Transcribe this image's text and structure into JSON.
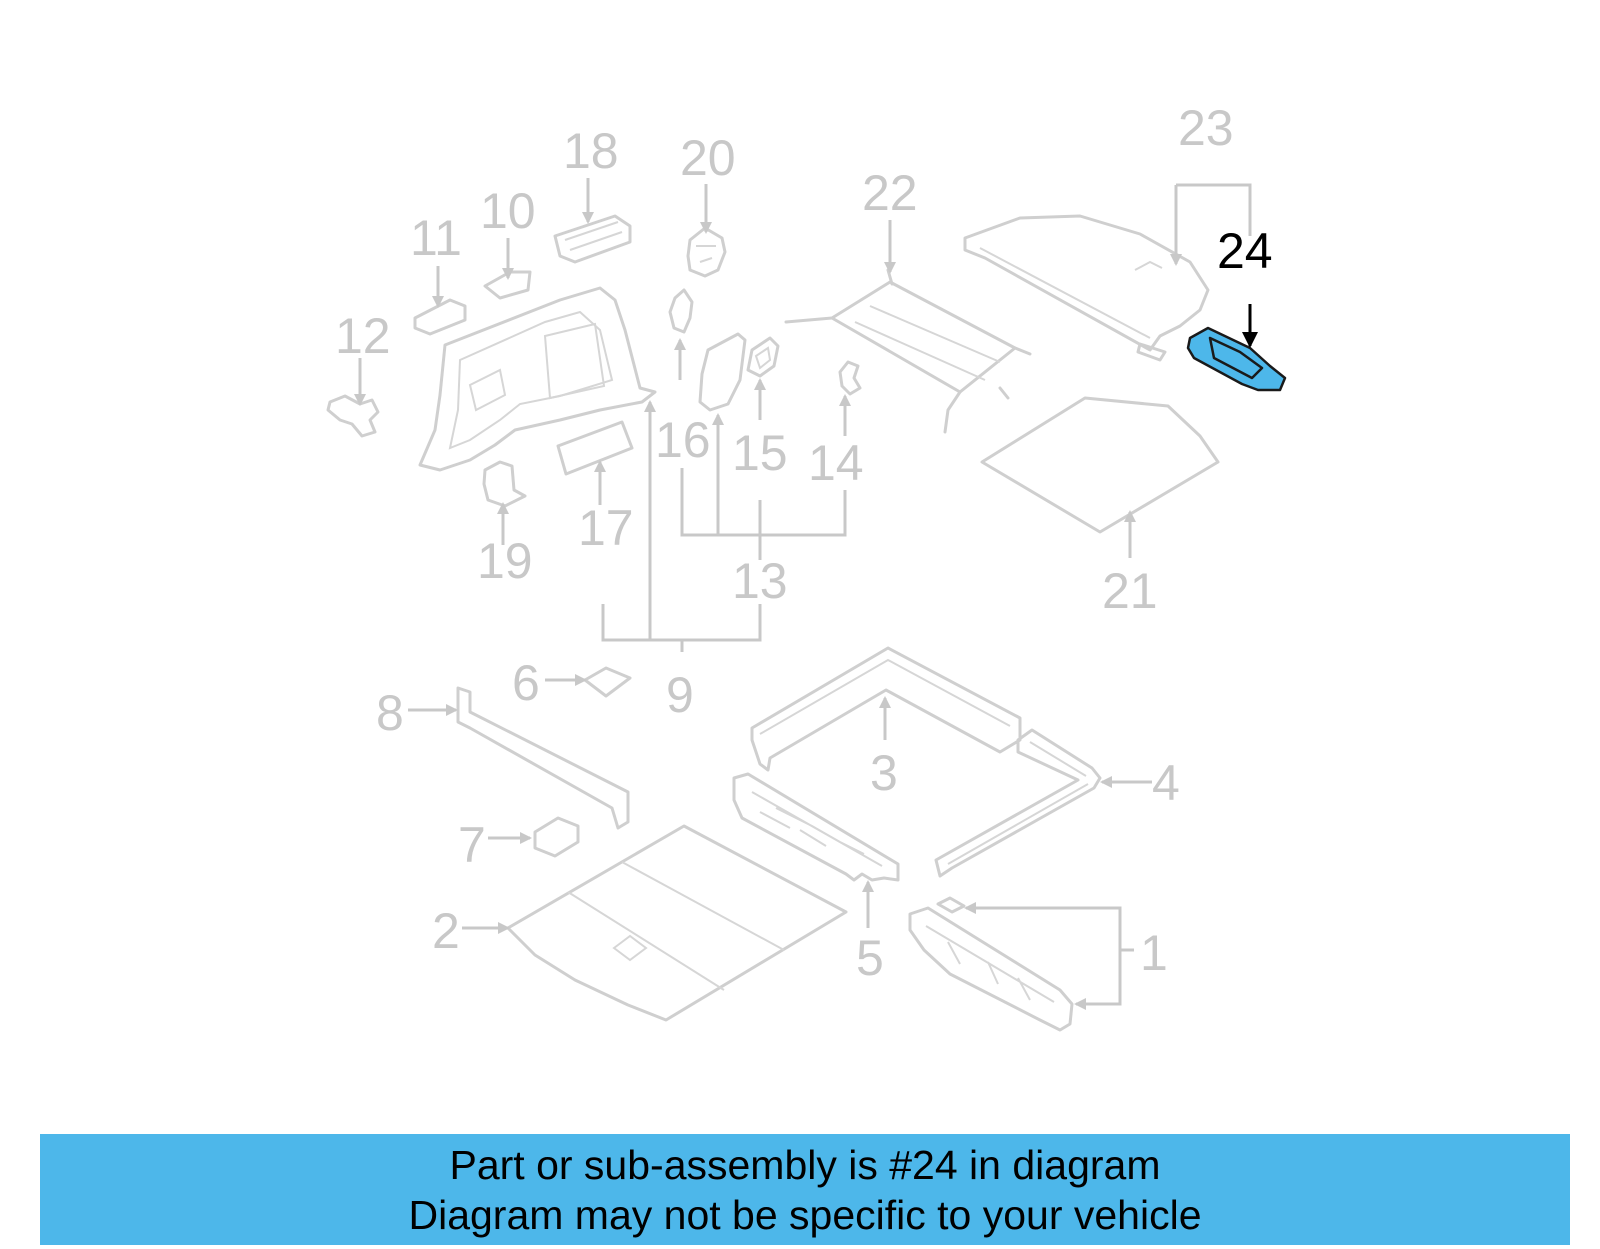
{
  "diagram": {
    "highlight_color": "#4db7ea",
    "callout_color": "#c8c8c8",
    "highlighted_part": "24",
    "callouts": {
      "c1": "1",
      "c2": "2",
      "c3": "3",
      "c4": "4",
      "c5": "5",
      "c6": "6",
      "c7": "7",
      "c8": "8",
      "c9": "9",
      "c10": "10",
      "c11": "11",
      "c12": "12",
      "c13a": "13",
      "c14": "14",
      "c15": "15",
      "c16": "16",
      "c17": "17",
      "c18": "18",
      "c19": "19",
      "c20": "20",
      "c21": "21",
      "c22": "22",
      "c23": "23",
      "c24": "24"
    }
  },
  "banner": {
    "line1": "Part or sub-assembly is #24 in diagram",
    "line2": "Diagram may not be specific to your vehicle",
    "background": "#4db7ea"
  }
}
